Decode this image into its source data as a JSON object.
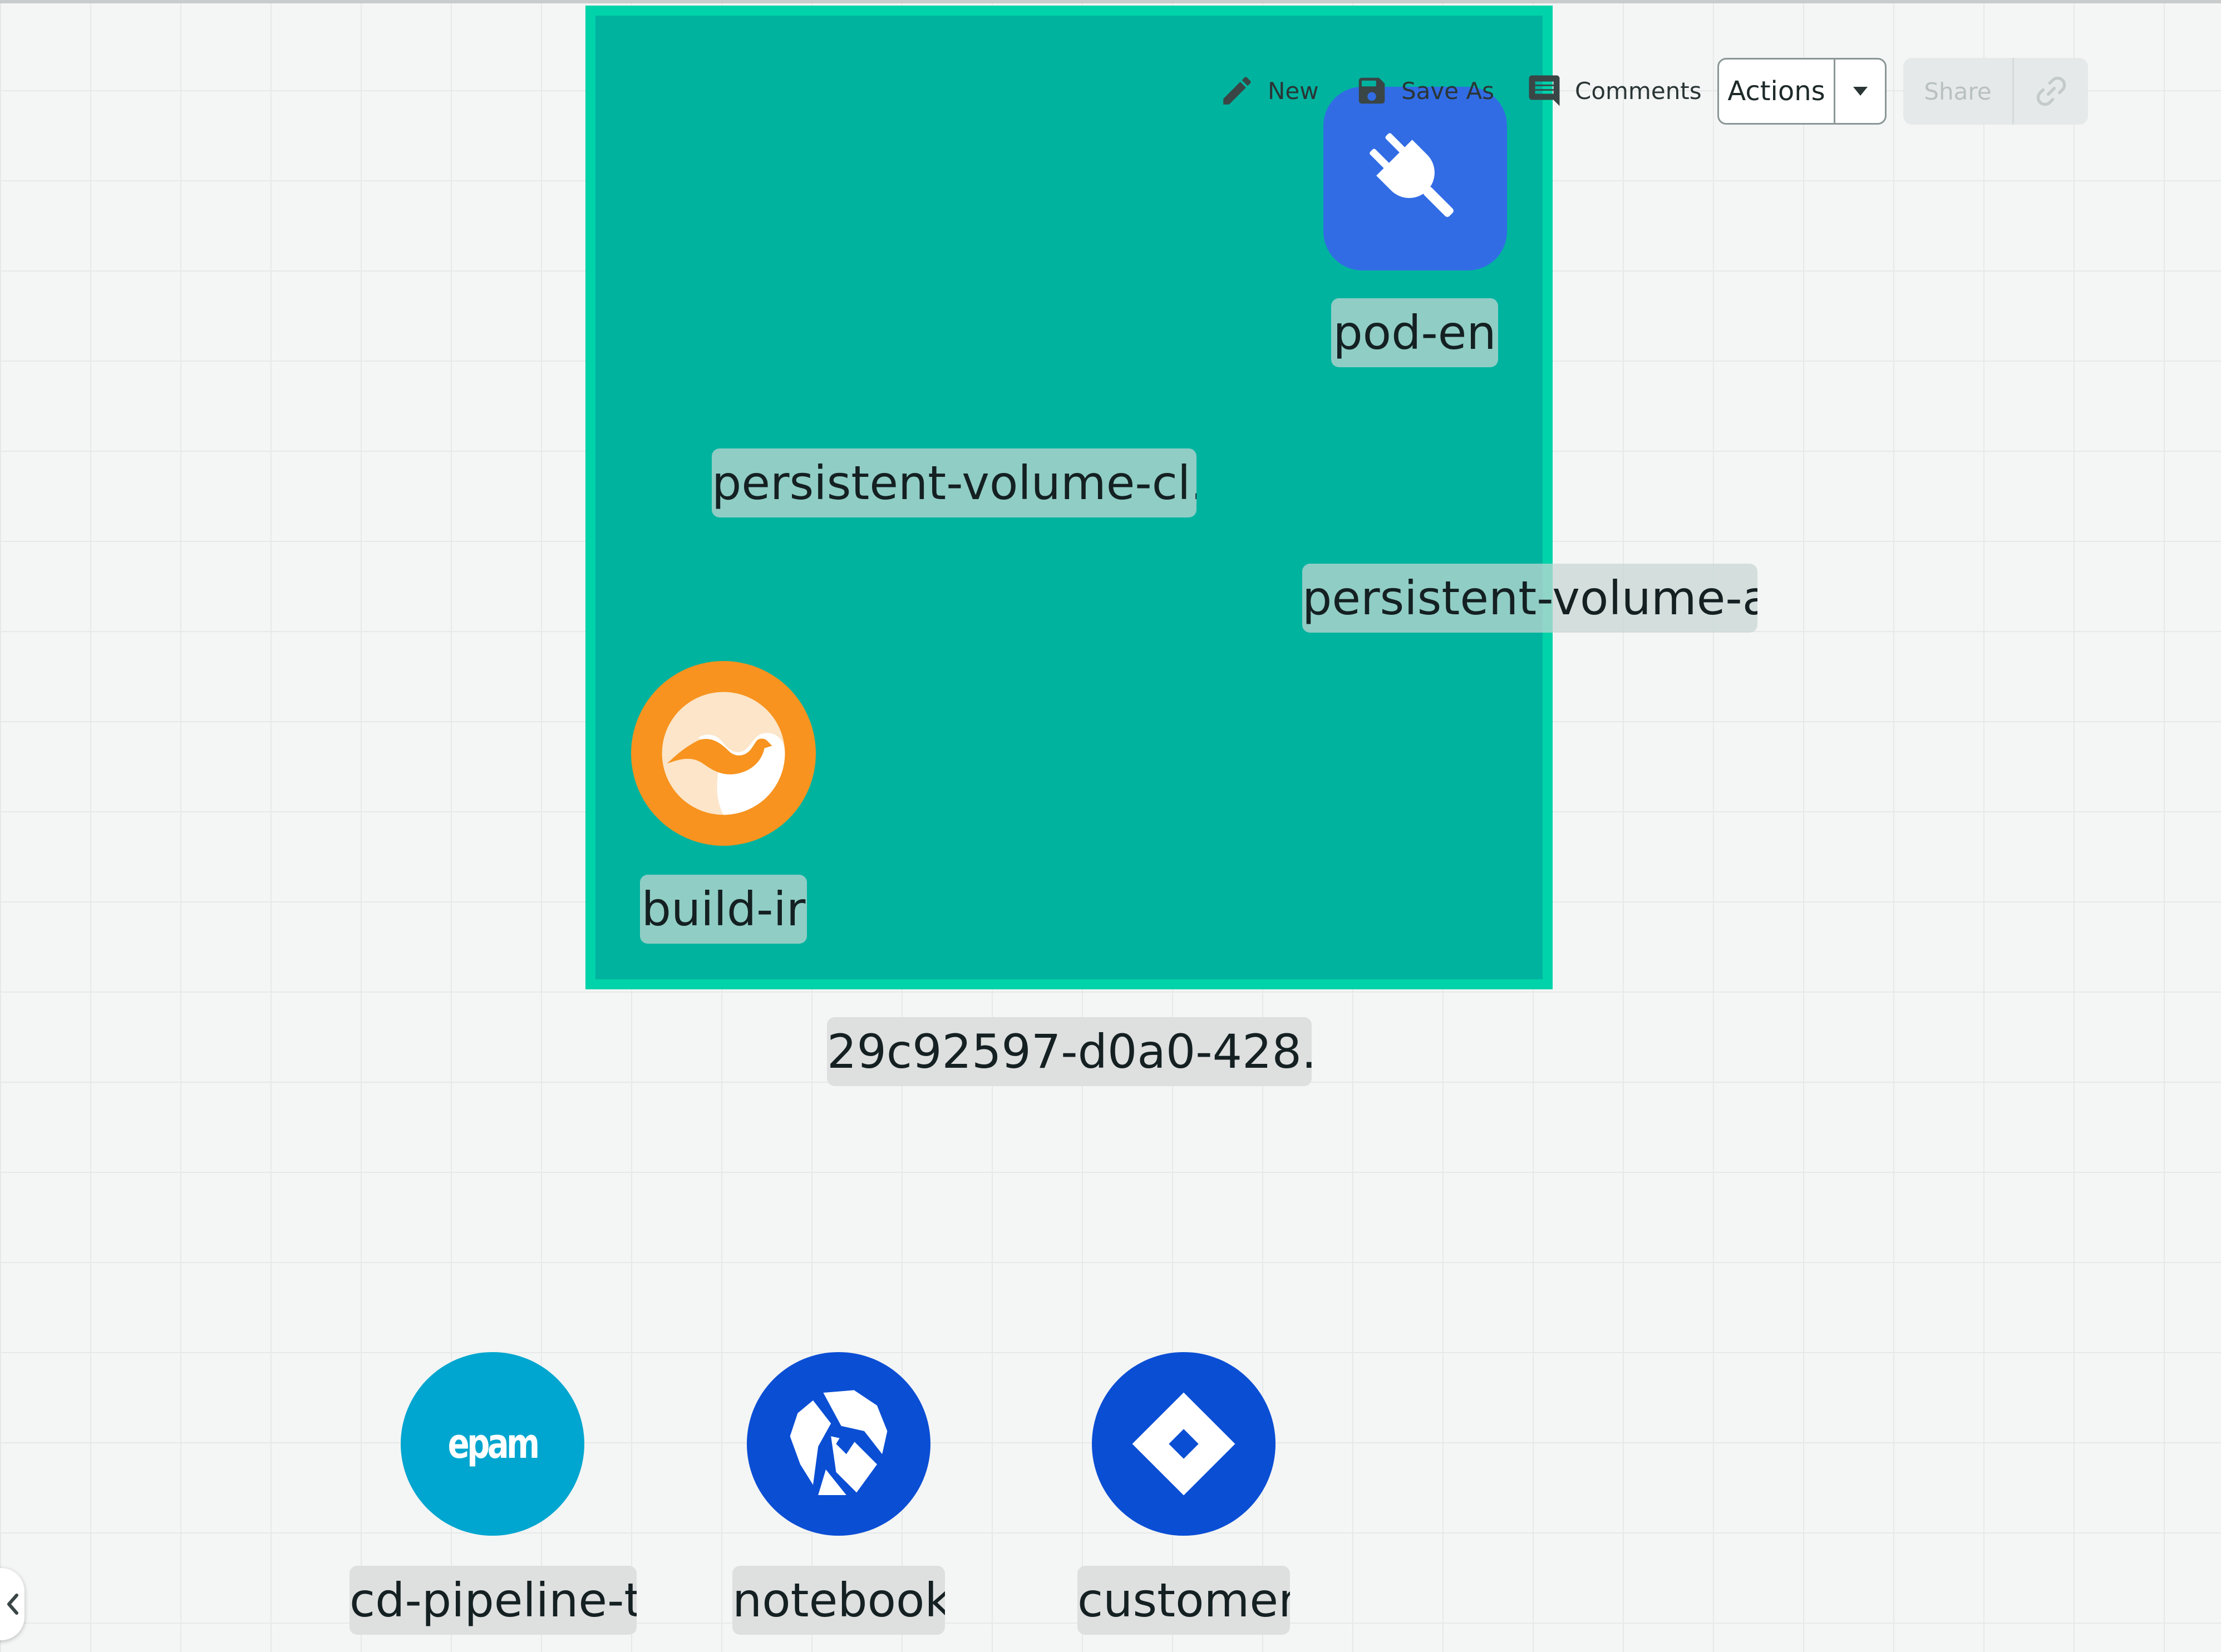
{
  "toolbar": {
    "new_label": "New",
    "save_as_label": "Save As",
    "comments_label": "Comments",
    "actions_label": "Actions",
    "share_label": "Share"
  },
  "group": {
    "label": "29c92597-d0a0-428...",
    "color": "#00b39f",
    "border_color": "#00d3a9"
  },
  "nodes": {
    "pod": {
      "label": "pod-en",
      "icon": "plug-icon",
      "color": "#326ce5"
    },
    "pvc": {
      "label": "persistent-volume-cl..."
    },
    "pv": {
      "label": "persistent-volume-ac"
    },
    "build": {
      "label": "build-ir",
      "icon": "camel-icon",
      "color": "#f7931e"
    },
    "cd_pipeline": {
      "label": "cd-pipeline-ti",
      "icon": "epam-icon",
      "icon_text": "epam",
      "color": "#00a6cf"
    },
    "notebook": {
      "label": "notebook",
      "icon": "kubeflow-icon",
      "color": "#0a4ed4"
    },
    "customer": {
      "label": "customer",
      "icon": "diamond-icon",
      "color": "#0a4ed4"
    }
  }
}
